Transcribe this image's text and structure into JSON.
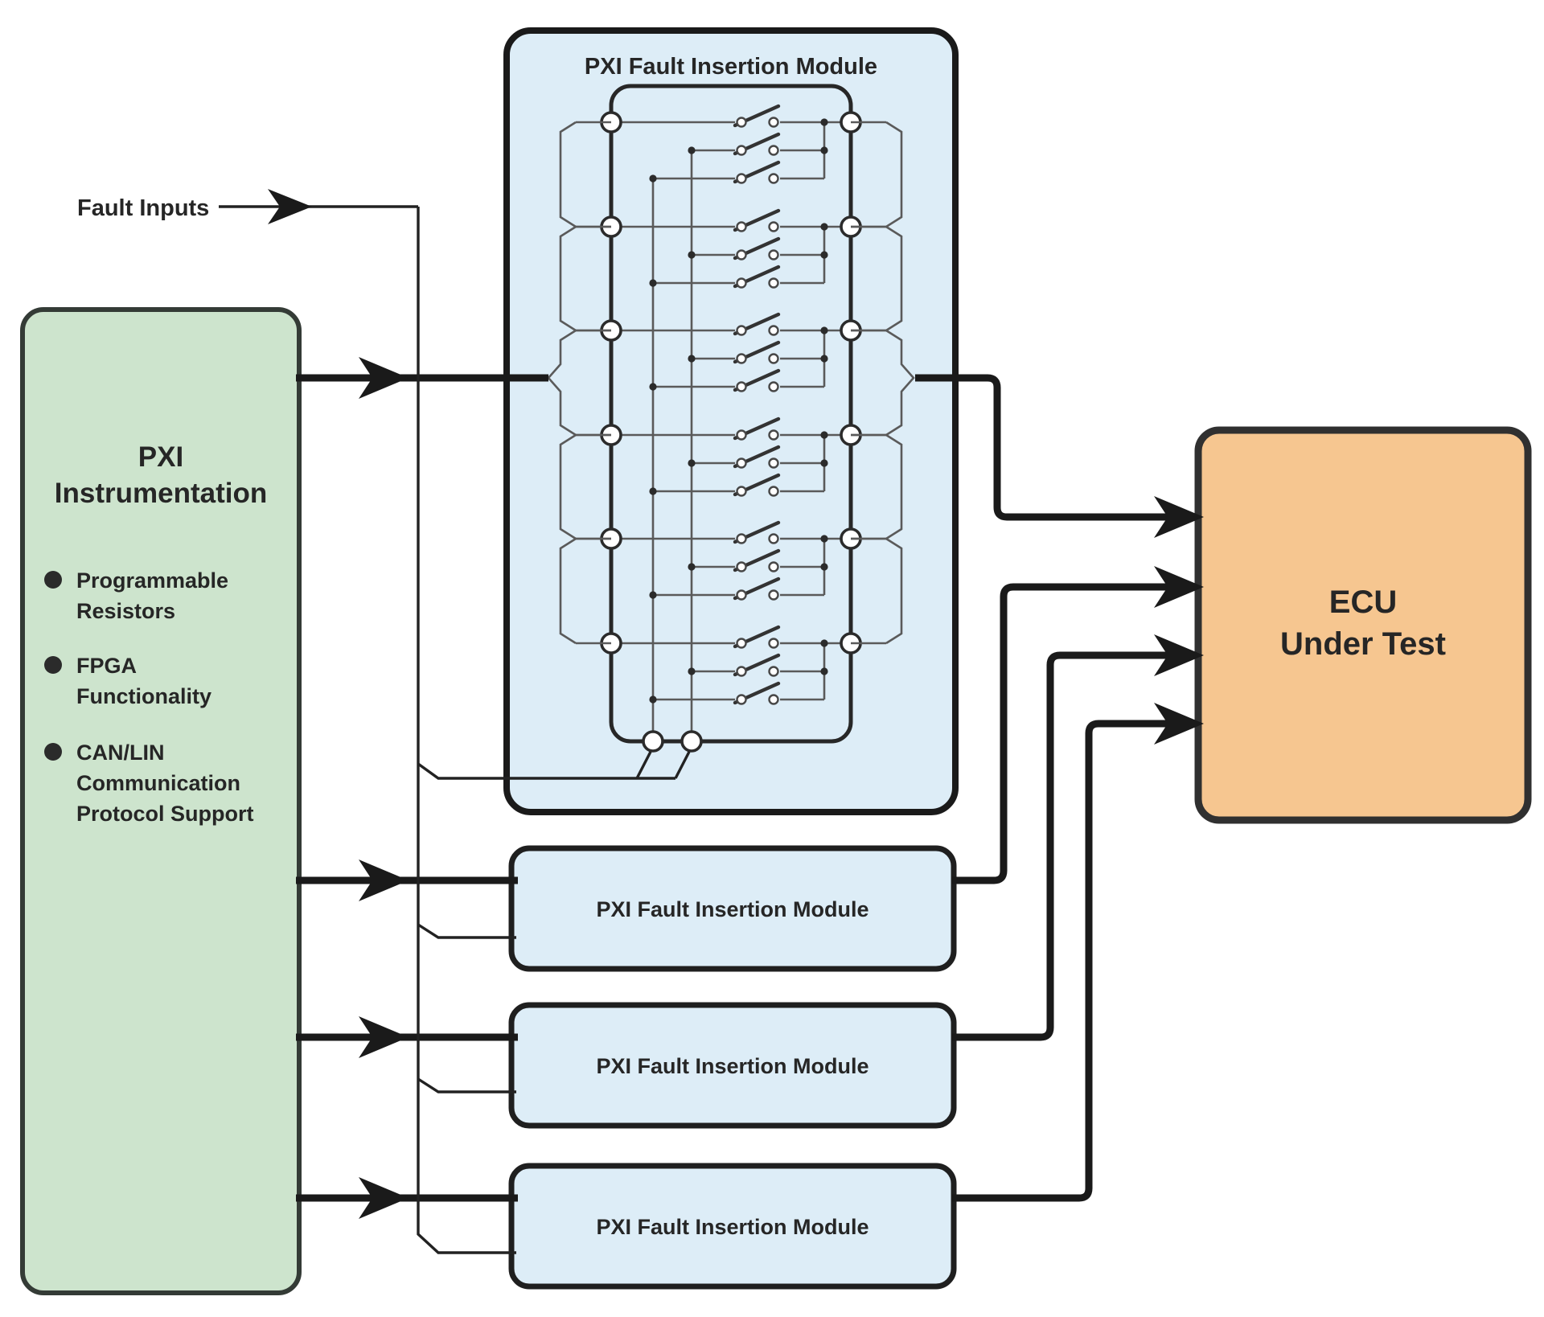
{
  "diagram": {
    "fault_inputs_label": "Fault Inputs",
    "instrumentation": {
      "title_lines": [
        "PXI",
        "Instrumentation"
      ],
      "bullets": [
        {
          "lines": [
            "Programmable",
            "Resistors"
          ]
        },
        {
          "lines": [
            "FPGA",
            "Functionality"
          ]
        },
        {
          "lines": [
            "CAN/LIN",
            "Communication",
            "Protocol Support"
          ]
        }
      ],
      "fill": "#cde4cd"
    },
    "fault_insertion_modules": {
      "detailed": {
        "label": "PXI Fault Insertion Module",
        "channels": 6,
        "fault_switches_per_channel": 3
      },
      "simple": [
        {
          "label": "PXI Fault Insertion Module"
        },
        {
          "label": "PXI Fault Insertion Module"
        },
        {
          "label": "PXI Fault Insertion Module"
        }
      ],
      "fill": "#ddedf7"
    },
    "ecu": {
      "title_lines": [
        "ECU",
        "Under Test"
      ],
      "fill": "#f6c690"
    },
    "colors": {
      "signal_line": "#1a1a1a",
      "schematic_line": "#5a5a5a",
      "fault_line": "#222222",
      "text": "#262626"
    }
  }
}
